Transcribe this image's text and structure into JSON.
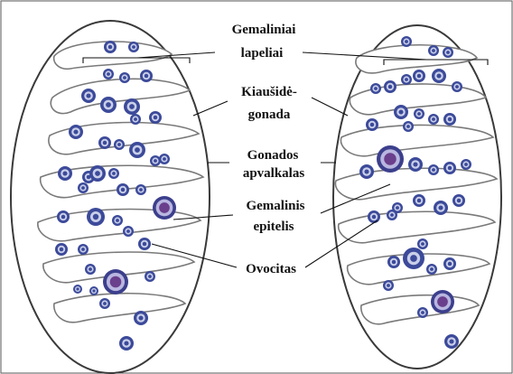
{
  "labels": {
    "germinal_lamellae": [
      "Gemaliniai",
      "lapeliai"
    ],
    "ovary_gonad": [
      "Kiaušidė-",
      "gonada"
    ],
    "gonad_wall": [
      "Gonados",
      "apvalkalas"
    ],
    "germinal_epithelium": [
      "Gemalinis",
      "epitelis"
    ],
    "oocytes": [
      "Ovocitas"
    ]
  },
  "colors": {
    "cell": "#3c4a9a",
    "cell_highlight": "#c9cfe8",
    "large_oocyte": "#3c3f8c",
    "outline": "#3a3a3a"
  }
}
